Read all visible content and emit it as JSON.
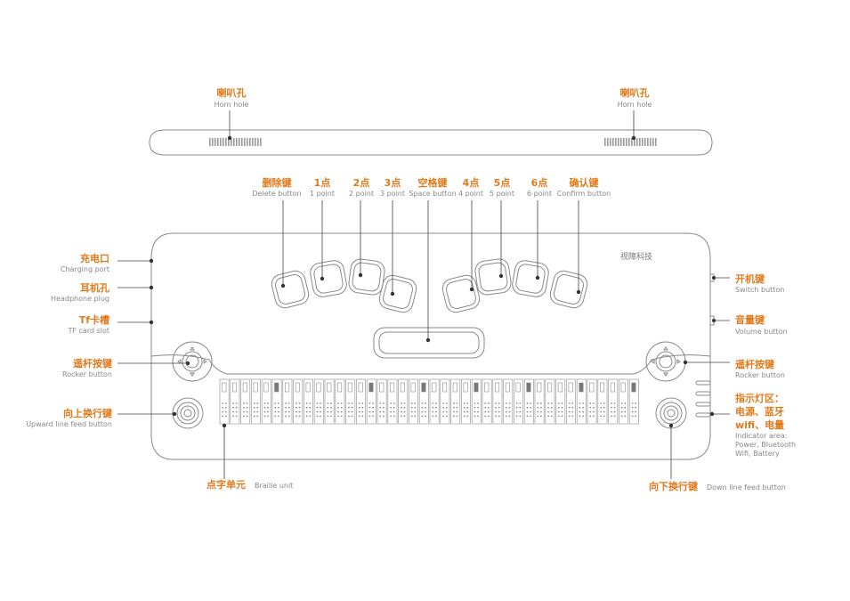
{
  "brand": "视障科技",
  "labels": {
    "horn_left": {
      "cn": "喇叭孔",
      "en": "Horn hole"
    },
    "horn_right": {
      "cn": "喇叭孔",
      "en": "Horn hole"
    },
    "delete": {
      "cn": "删除键",
      "en": "Delete button"
    },
    "p1": {
      "cn": "1点",
      "en": "1 point"
    },
    "p2": {
      "cn": "2点",
      "en": "2 point"
    },
    "p3": {
      "cn": "3点",
      "en": "3 point"
    },
    "space": {
      "cn": "空格键",
      "en": "Space button"
    },
    "p4": {
      "cn": "4点",
      "en": "4 point"
    },
    "p5": {
      "cn": "5点",
      "en": "5 point"
    },
    "p6": {
      "cn": "6点",
      "en": "6 point"
    },
    "confirm": {
      "cn": "确认键",
      "en": "Confirm button"
    },
    "charging": {
      "cn": "充电口",
      "en": "Charging port"
    },
    "headphone": {
      "cn": "耳机孔",
      "en": "Headphone plug"
    },
    "tfslot": {
      "cn": "Tf卡槽",
      "en": "TF card slot"
    },
    "rocker_left": {
      "cn": "遥杆按键",
      "en": "Rocker button"
    },
    "upward": {
      "cn": "向上换行键",
      "en": "Upward line feed button"
    },
    "switch": {
      "cn": "开机键",
      "en": "Switch button"
    },
    "volume": {
      "cn": "音量键",
      "en": "Volume button"
    },
    "rocker_right": {
      "cn": "遥杆按键",
      "en": "Rocker button"
    },
    "indicator": {
      "cn1": "指示灯区：",
      "cn2": "电源、蓝牙",
      "cn3": "wifi、电量",
      "en1": "Indicator area:",
      "en2": "Power, Bluetooth",
      "en3": "Wifi, Battery"
    },
    "braille": {
      "cn": "点字单元",
      "en": "Braille unit"
    },
    "downward": {
      "cn": "向下换行键",
      "en": "Down line feed button"
    }
  }
}
